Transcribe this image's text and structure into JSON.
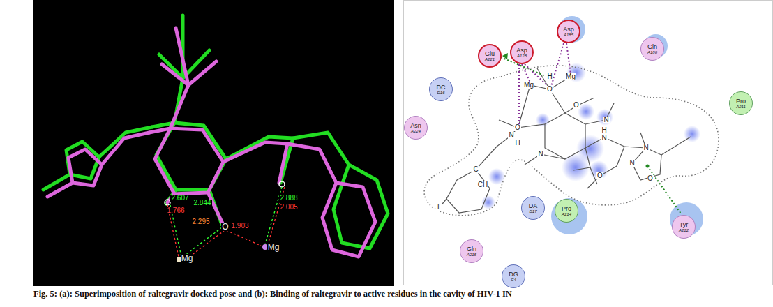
{
  "diagram": {
    "caption": "Fig. 5: (a): Superimposition of raltegravir docked pose and (b): Binding of raltegravir to active residues in the cavity of HIV-1 IN",
    "nodes": [
      {
        "text": [
          "Asp",
          "A128"
        ]
      },
      {
        "text": [
          "Asp",
          "A185"
        ]
      },
      {
        "text": [
          "Glu",
          "A221"
        ]
      },
      {
        "text": [
          "Gln",
          "A186"
        ]
      },
      {
        "text": [
          "DC",
          "D16"
        ]
      },
      {
        "text": [
          "Pro",
          "A211"
        ]
      },
      {
        "text": [
          "Asn",
          "A224"
        ]
      },
      {
        "text": [
          "DA",
          "D17"
        ]
      },
      {
        "text": [
          "Pro",
          "A214"
        ]
      },
      {
        "text": [
          "Tyr",
          "A212"
        ]
      },
      {
        "text": [
          "Gln",
          "A215"
        ]
      },
      {
        "text": [
          "DG",
          "C4"
        ]
      }
    ],
    "labels": [
      "2.607",
      "2.844",
      "1.766",
      "2.295",
      "1.903",
      "2.888",
      "2.005",
      "Mg",
      "Mg",
      "O",
      "Mg",
      "H",
      "Mg",
      "O",
      "O",
      "O",
      "N",
      "N",
      "H",
      "H",
      "N",
      "N",
      "O",
      "N",
      "N",
      "O",
      "C",
      "CH",
      "F"
    ]
  }
}
